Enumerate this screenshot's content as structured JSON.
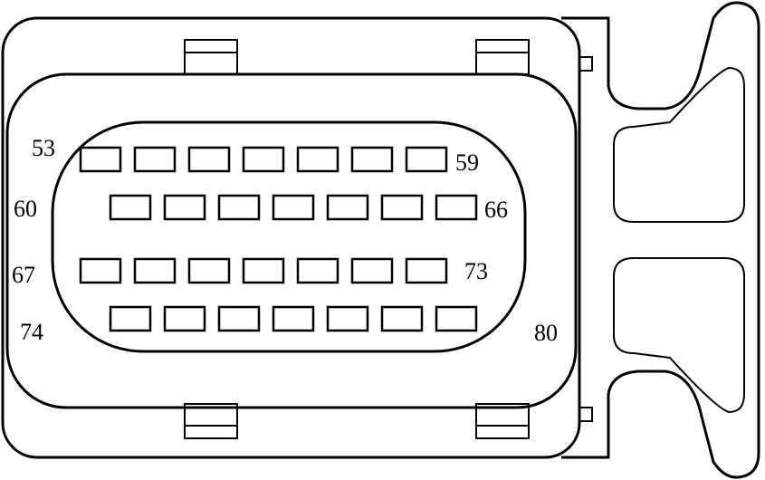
{
  "connector": {
    "rows": [
      {
        "count": 7,
        "label_start": "53",
        "label_end": "59"
      },
      {
        "count": 7,
        "label_start": "60",
        "label_end": "66"
      },
      {
        "count": 7,
        "label_start": "67",
        "label_end": "73"
      },
      {
        "count": 7,
        "label_start": "74",
        "label_end": "80"
      }
    ]
  }
}
